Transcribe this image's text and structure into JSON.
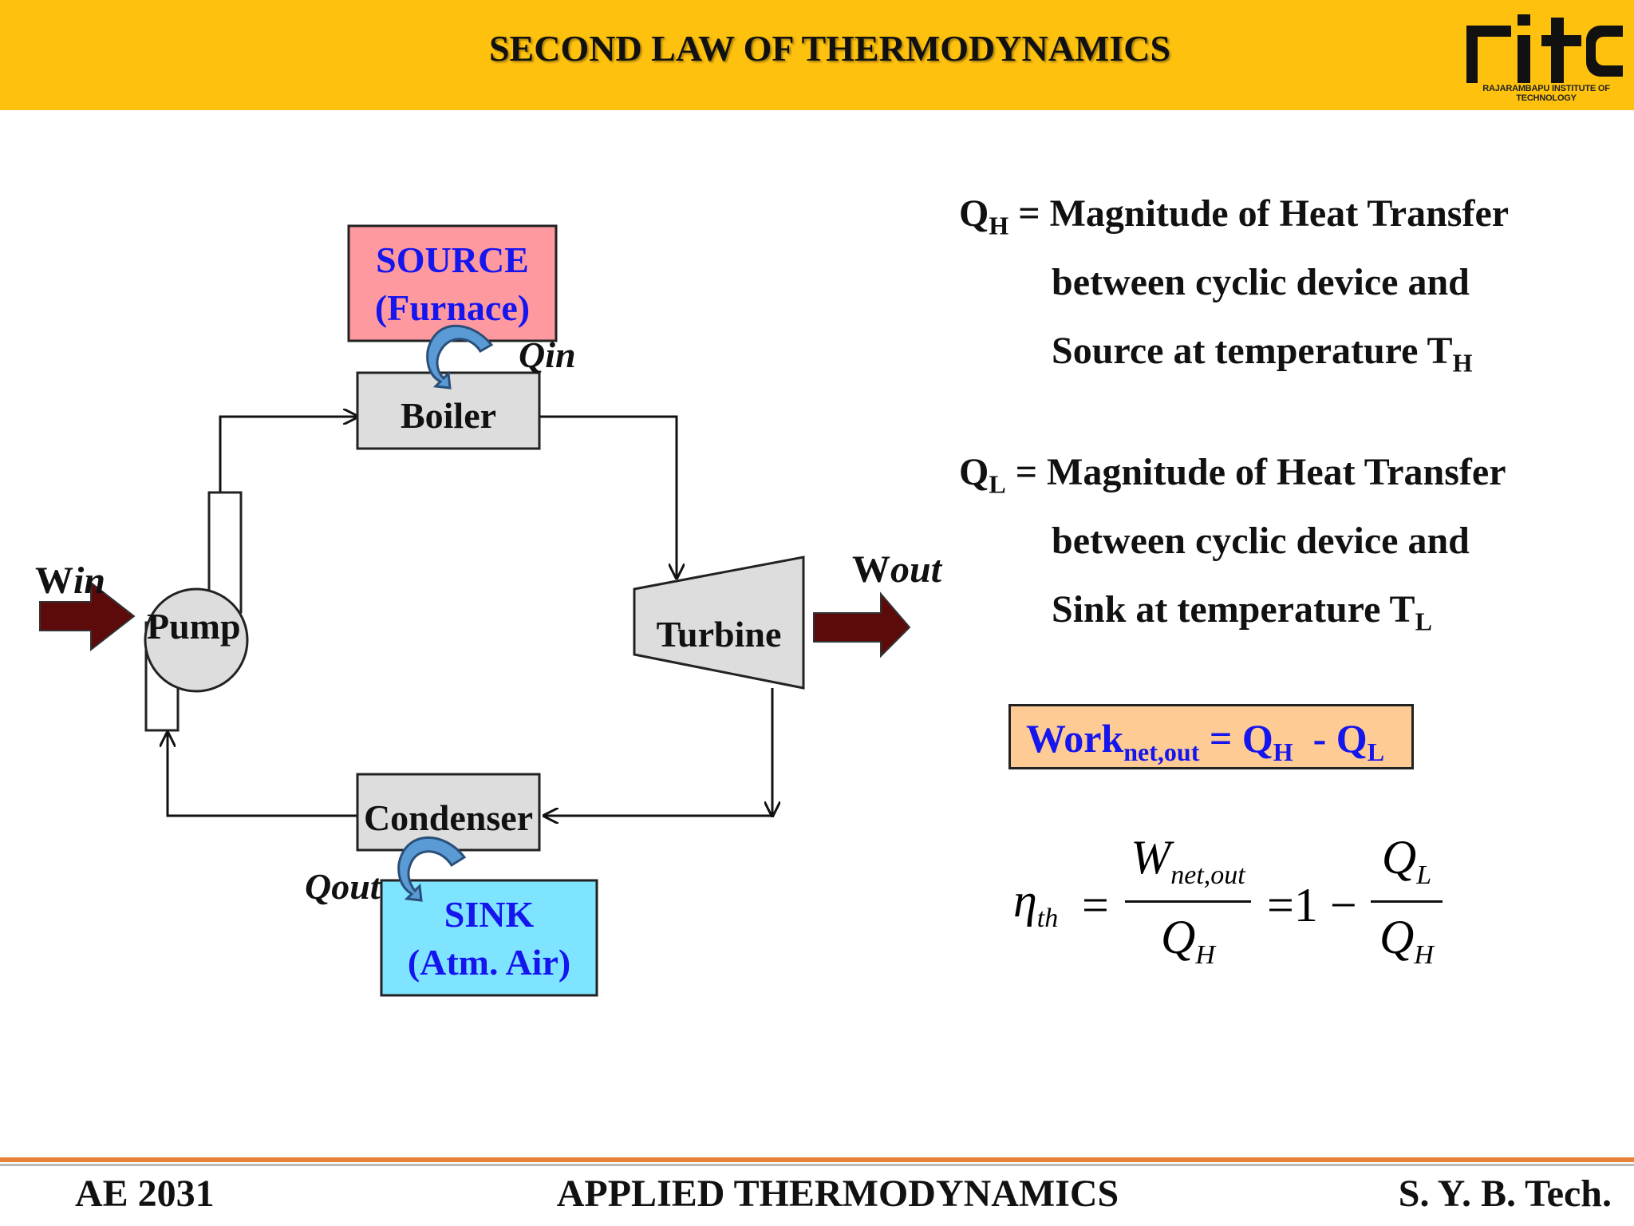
{
  "slide": {
    "title": "SECOND LAW OF THERMODYNAMICS",
    "logo_text": "RAJARAMBAPU INSTITUTE OF TECHNOLOGY"
  },
  "diagram": {
    "source_line1": "SOURCE",
    "source_line2": "(Furnace)",
    "boiler": "Boiler",
    "qin": "Qin",
    "turbine": "Turbine",
    "wout_w": "W",
    "wout_sub": "out",
    "pump": "Pump",
    "win_w": "W",
    "win_sub": "in",
    "condenser": "Condenser",
    "qout": "Qout",
    "sink_line1": "SINK",
    "sink_line2": "(Atm. Air)"
  },
  "definitions": {
    "qh_sym": "Q",
    "qh_sub": "H",
    "qh_line1": " = Magnitude of Heat Transfer",
    "qh_line2": "between cyclic device and",
    "qh_line3": "Source at temperature T",
    "qh_line3_sub": "H",
    "ql_sym": "Q",
    "ql_sub": "L",
    "ql_line1": " = Magnitude of Heat Transfer",
    "ql_line2": "between cyclic device and",
    "ql_line3": "Sink at temperature T",
    "ql_line3_sub": "L"
  },
  "work_equation": {
    "work": "Work",
    "work_sub": "net,out",
    "eq": " = Q",
    "qh_sub": "H",
    "minus": "  - Q",
    "ql_sub": "L"
  },
  "efficiency": {
    "eta": "η",
    "eta_sub": "th",
    "equals": "=",
    "w_num": "W",
    "w_num_sub": "net,out",
    "q_den": "Q",
    "q_den_sub": "H",
    "one_minus": "=1 −",
    "ql_num": "Q",
    "ql_num_sub": "L",
    "qh_den": "Q",
    "qh_den_sub": "H"
  },
  "footer": {
    "left": "AE 2031",
    "center": "APPLIED THERMODYNAMICS",
    "right": "S. Y. B. Tech."
  },
  "colors": {
    "header": "#FEC10E",
    "source_fill": "#FF99A0",
    "sink_fill": "#7FE4FF",
    "box_blue_text": "#1515EE",
    "component_fill": "#DDDDDD",
    "work_arrow": "#5C0A0A",
    "work_box_fill": "#FDCB93",
    "heat_arrow": "#5B9BD5",
    "footer_line": "#E7823B"
  }
}
